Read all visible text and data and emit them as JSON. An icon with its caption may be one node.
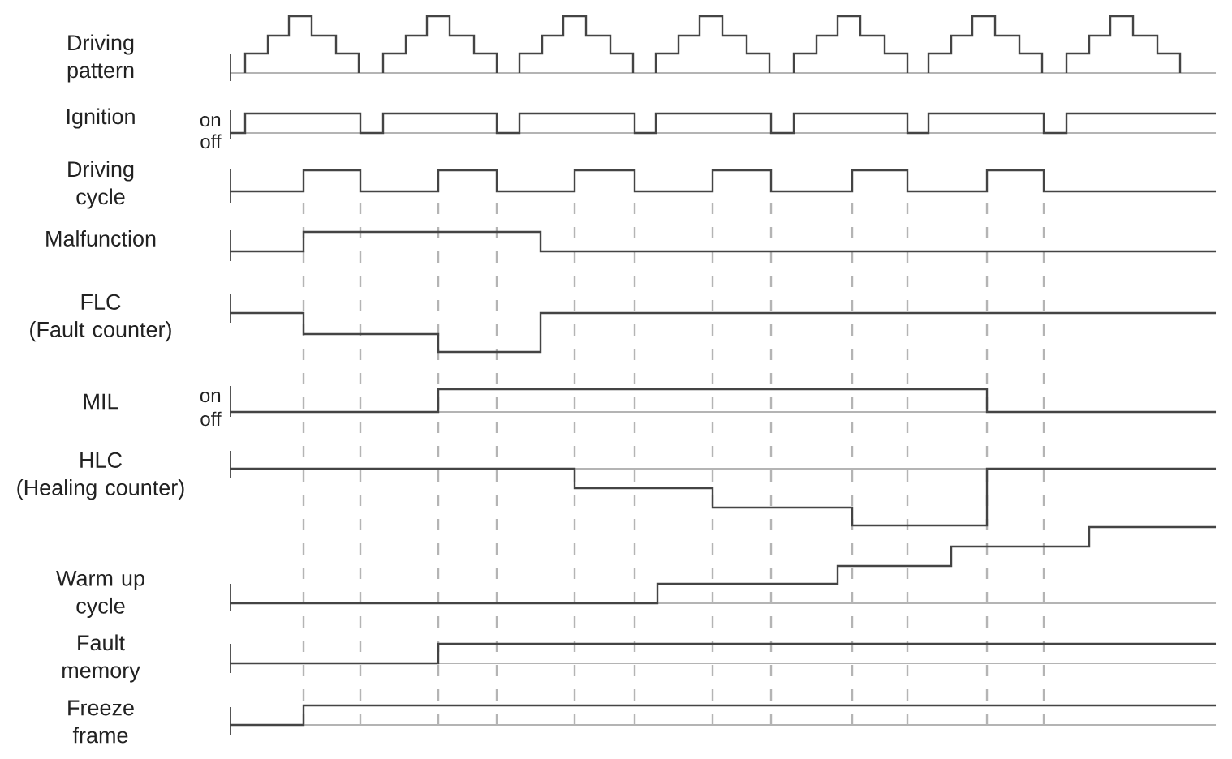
{
  "diagram": {
    "labels": [
      "Driving pattern",
      "Ignition",
      "on",
      "off",
      "Driving cycle",
      "Malfunction",
      "FLC (Fault counter)",
      "MIL",
      "on",
      "off",
      "HLC (Healing counter)",
      "Warm up cycle",
      "Fault memory",
      "Freeze frame"
    ]
  }
}
